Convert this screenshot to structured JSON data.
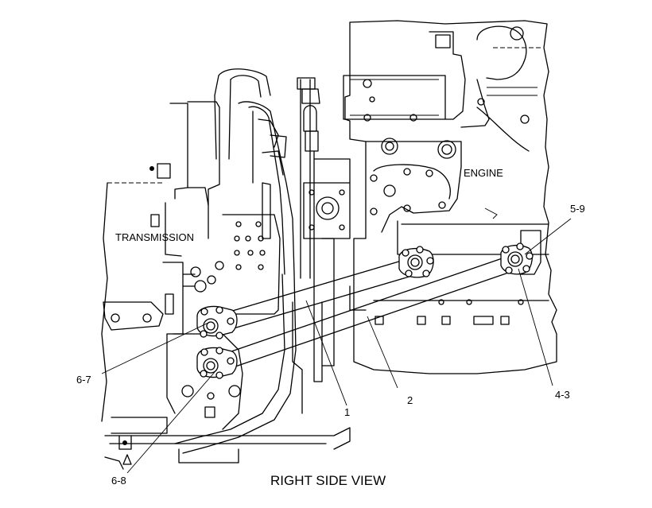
{
  "labels": {
    "engine": "ENGINE",
    "transmission": "TRANSMISSION",
    "caption": "RIGHT SIDE VIEW"
  },
  "callouts": {
    "c1": "1",
    "c2": "2",
    "c43": "4-3",
    "c59": "5-9",
    "c67": "6-7",
    "c68": "6-8"
  },
  "colors": {
    "line": "#000000",
    "background": "#ffffff"
  }
}
